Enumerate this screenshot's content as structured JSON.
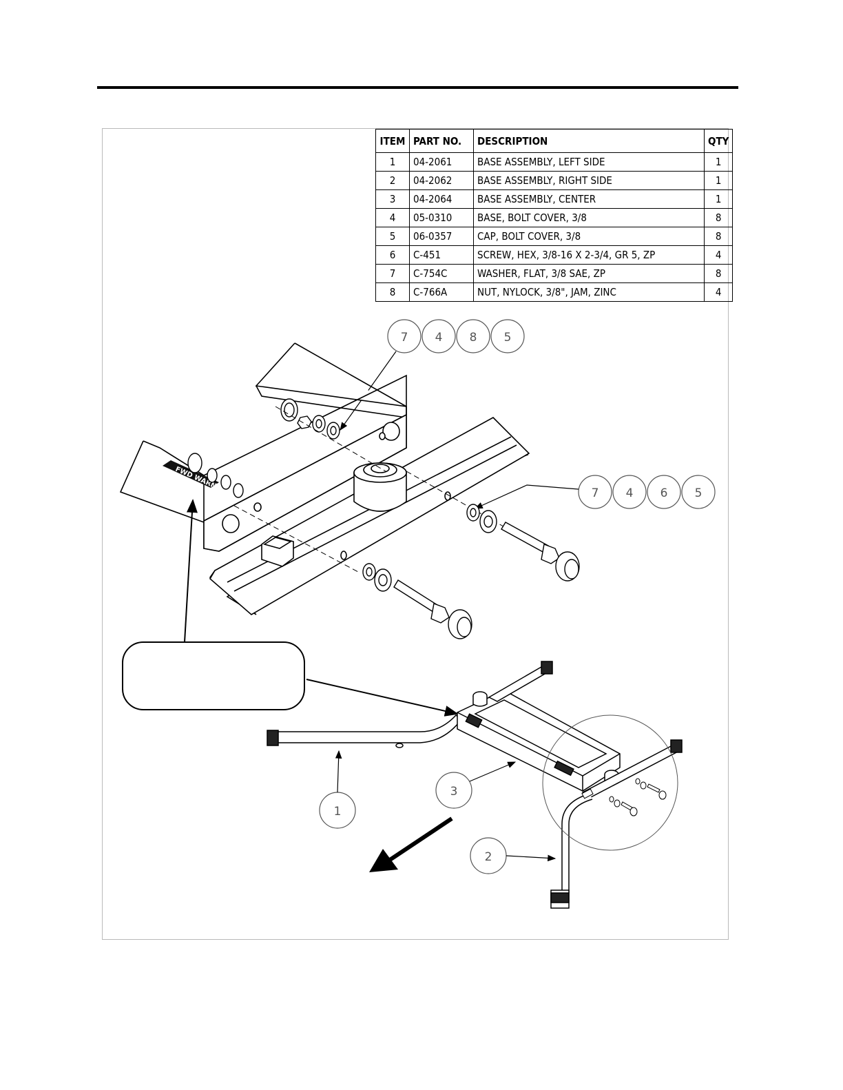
{
  "bom": {
    "headers": {
      "item": "ITEM",
      "part_no": "PART NO.",
      "description": "DESCRIPTION",
      "qty": "QTY"
    },
    "rows": [
      {
        "item": "1",
        "part_no": "04-2061",
        "description": "BASE ASSEMBLY, LEFT SIDE",
        "qty": "1"
      },
      {
        "item": "2",
        "part_no": "04-2062",
        "description": "BASE ASSEMBLY, RIGHT SIDE",
        "qty": "1"
      },
      {
        "item": "3",
        "part_no": "04-2064",
        "description": "BASE ASSEMBLY, CENTER",
        "qty": "1"
      },
      {
        "item": "4",
        "part_no": "05-0310",
        "description": "BASE, BOLT COVER, 3/8",
        "qty": "8"
      },
      {
        "item": "5",
        "part_no": "06-0357",
        "description": "CAP, BOLT COVER, 3/8",
        "qty": "8"
      },
      {
        "item": "6",
        "part_no": "C-451",
        "description": "SCREW, HEX, 3/8-16 X 2-3/4, GR 5, ZP",
        "qty": "4"
      },
      {
        "item": "7",
        "part_no": "C-754C",
        "description": "WASHER, FLAT, 3/8 SAE, ZP",
        "qty": "8"
      },
      {
        "item": "8",
        "part_no": "C-766A",
        "description": "NUT, NYLOCK, 3/8\", JAM, ZINC",
        "qty": "4"
      }
    ]
  },
  "balloons": {
    "group_top": [
      "7",
      "4",
      "8",
      "5"
    ],
    "group_right": [
      "7",
      "4",
      "6",
      "5"
    ],
    "item_1": "1",
    "item_2": "2",
    "item_3": "3"
  },
  "decal_text": "FWD WARNING"
}
